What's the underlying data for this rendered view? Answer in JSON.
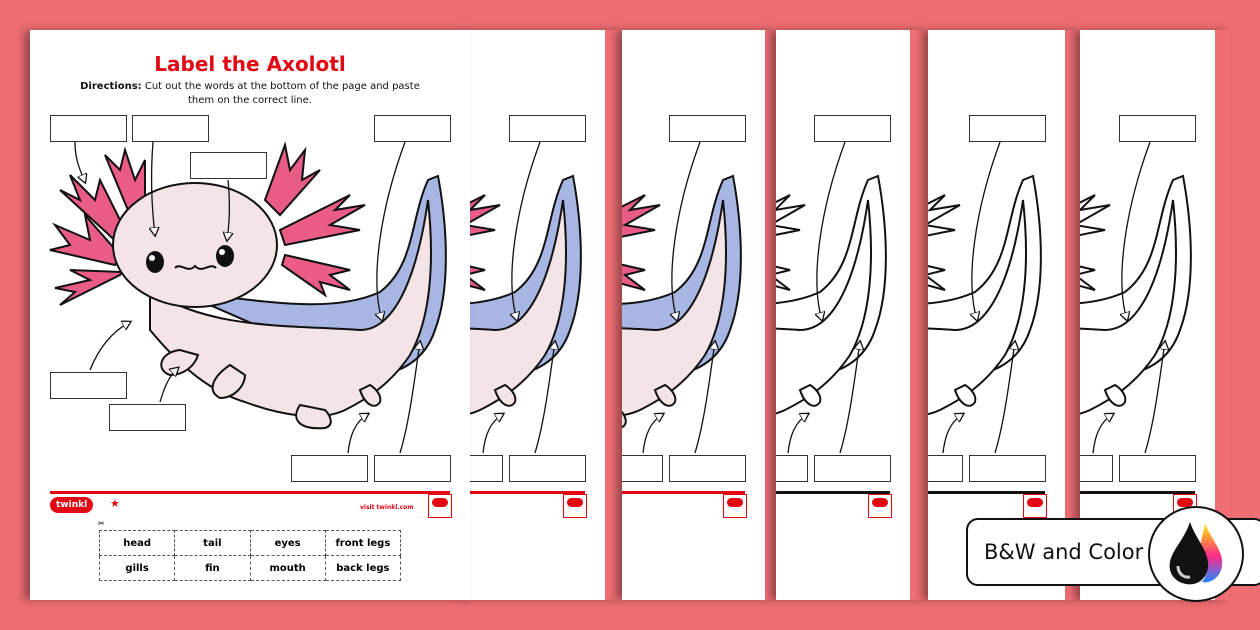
{
  "worksheet": {
    "title": "Label the Axolotl",
    "directions_bold": "Directions:",
    "directions_text": " Cut out the words at the bottom of the page and paste them on the correct line.",
    "logo": "twinkl",
    "site": "visit twinkl.com",
    "cut_words": [
      [
        "head",
        "tail",
        "eyes",
        "front legs"
      ],
      [
        "gills",
        "fin",
        "mouth",
        "back legs"
      ]
    ]
  },
  "variants": [
    "color",
    "color",
    "color",
    "bw",
    "bw",
    "bw"
  ],
  "colors": {
    "background": "#ee6e74",
    "title_red": "#e30613",
    "axolotl_pink": "#f4e4e6",
    "gills": "#e85c86",
    "fin": "#a7b6e2"
  },
  "callout": {
    "label": "B&W and Color",
    "icon": "ink-drops-icon"
  }
}
